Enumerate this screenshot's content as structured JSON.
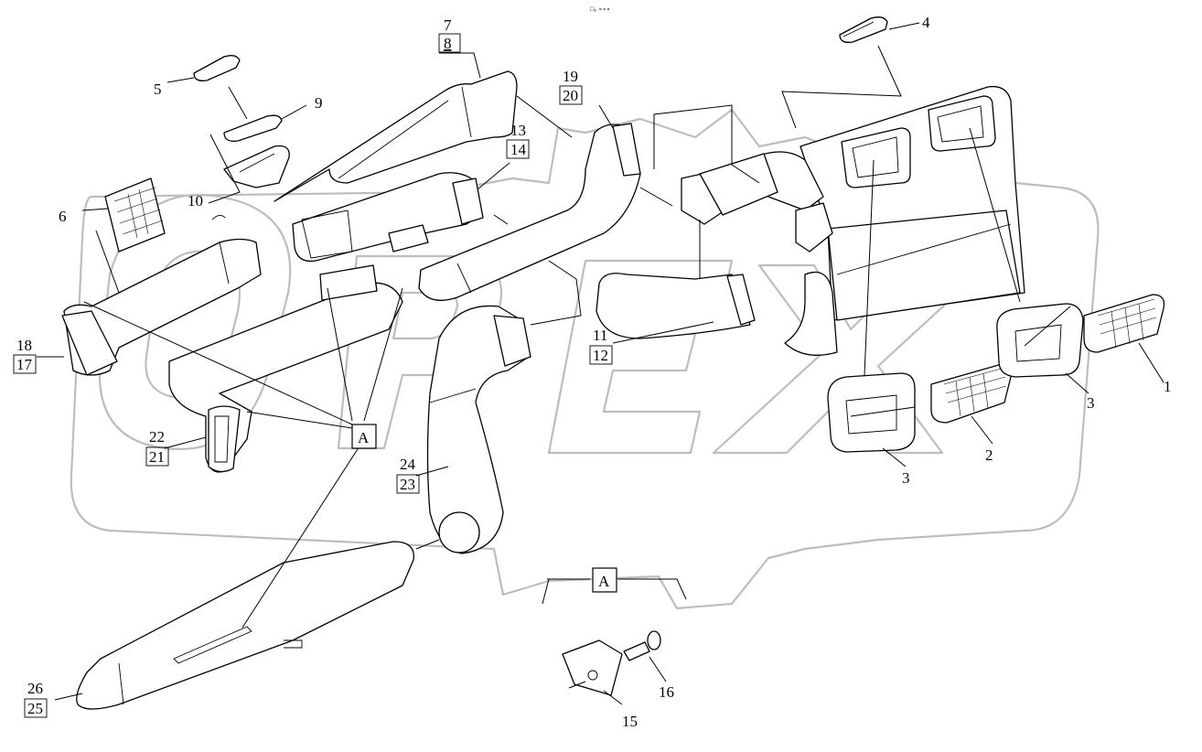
{
  "header_mark": "□₀ ∘∘∘",
  "watermark": "OPEX",
  "view_label": "A",
  "callouts": {
    "c1": "1",
    "c2": "2",
    "c3a": "3",
    "c3b": "3",
    "c4": "4",
    "c5": "5",
    "c6": "6",
    "c7": "7",
    "c8": "8",
    "c9": "9",
    "c10": "10",
    "c11": "11",
    "c12": "12",
    "c13": "13",
    "c14": "14",
    "c15": "15",
    "c16": "16",
    "c17": "17",
    "c18": "18",
    "c19": "19",
    "c20": "20",
    "c21": "21",
    "c22": "22",
    "c23": "23",
    "c24": "24",
    "c25": "25",
    "c26": "26"
  },
  "colors": {
    "line": "#000000",
    "watermark": "#bdbdbd",
    "background": "#ffffff"
  }
}
